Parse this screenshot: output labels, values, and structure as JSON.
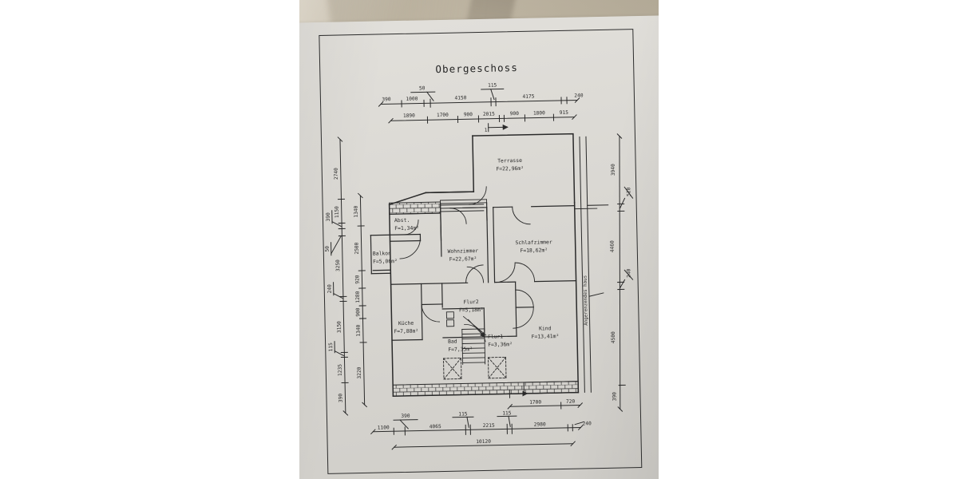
{
  "sheet": {
    "title": "Obergeschoss",
    "adjacent_building_label": "Angerenzendes haus",
    "section_marker": "1"
  },
  "rooms": [
    {
      "id": "terrasse",
      "name": "Terrasse",
      "area": "F=22,96m²"
    },
    {
      "id": "abstell",
      "name": "Abst.",
      "area": "F=1,34m²"
    },
    {
      "id": "balkon",
      "name": "Balkon",
      "area": "F=5,06m²"
    },
    {
      "id": "wohnzimmer",
      "name": "Wohnzimmer",
      "area": "F=22,67m²"
    },
    {
      "id": "schlafzimmer",
      "name": "Schlafzimmer",
      "area": "F=18,62m²"
    },
    {
      "id": "flur2",
      "name": "Flur2",
      "area": "F=5,18m²"
    },
    {
      "id": "kueche",
      "name": "Küche",
      "area": "F=7,88m²"
    },
    {
      "id": "bad",
      "name": "Bad",
      "area": "F=7,35m²"
    },
    {
      "id": "flur1",
      "name": "Flur1",
      "area": "F=3,36m²"
    },
    {
      "id": "kind",
      "name": "Kind",
      "area": "F=13,41m²"
    }
  ],
  "dimensions": {
    "top_outer": [
      "390",
      "1000",
      "50",
      "4150",
      "115",
      "4175",
      "240"
    ],
    "top_inner": [
      "1890",
      "1700",
      "900",
      "2015",
      "900",
      "1800",
      "915"
    ],
    "left_outer": [
      "2740",
      "1150",
      "390",
      "50",
      "3250",
      "240",
      "3150",
      "115",
      "1235",
      "390"
    ],
    "left_inner": [
      "1340",
      "2500",
      "920",
      "1280",
      "900",
      "1340",
      "3220"
    ],
    "right_chain": [
      "3940",
      "520",
      "4460",
      "240",
      "4500",
      "390"
    ],
    "bottom_upper": [
      "1700",
      "720"
    ],
    "bottom_main": [
      "1100",
      "390",
      "4065",
      "115",
      "2215",
      "115",
      "2980",
      "240"
    ],
    "bottom_total": "10120"
  }
}
